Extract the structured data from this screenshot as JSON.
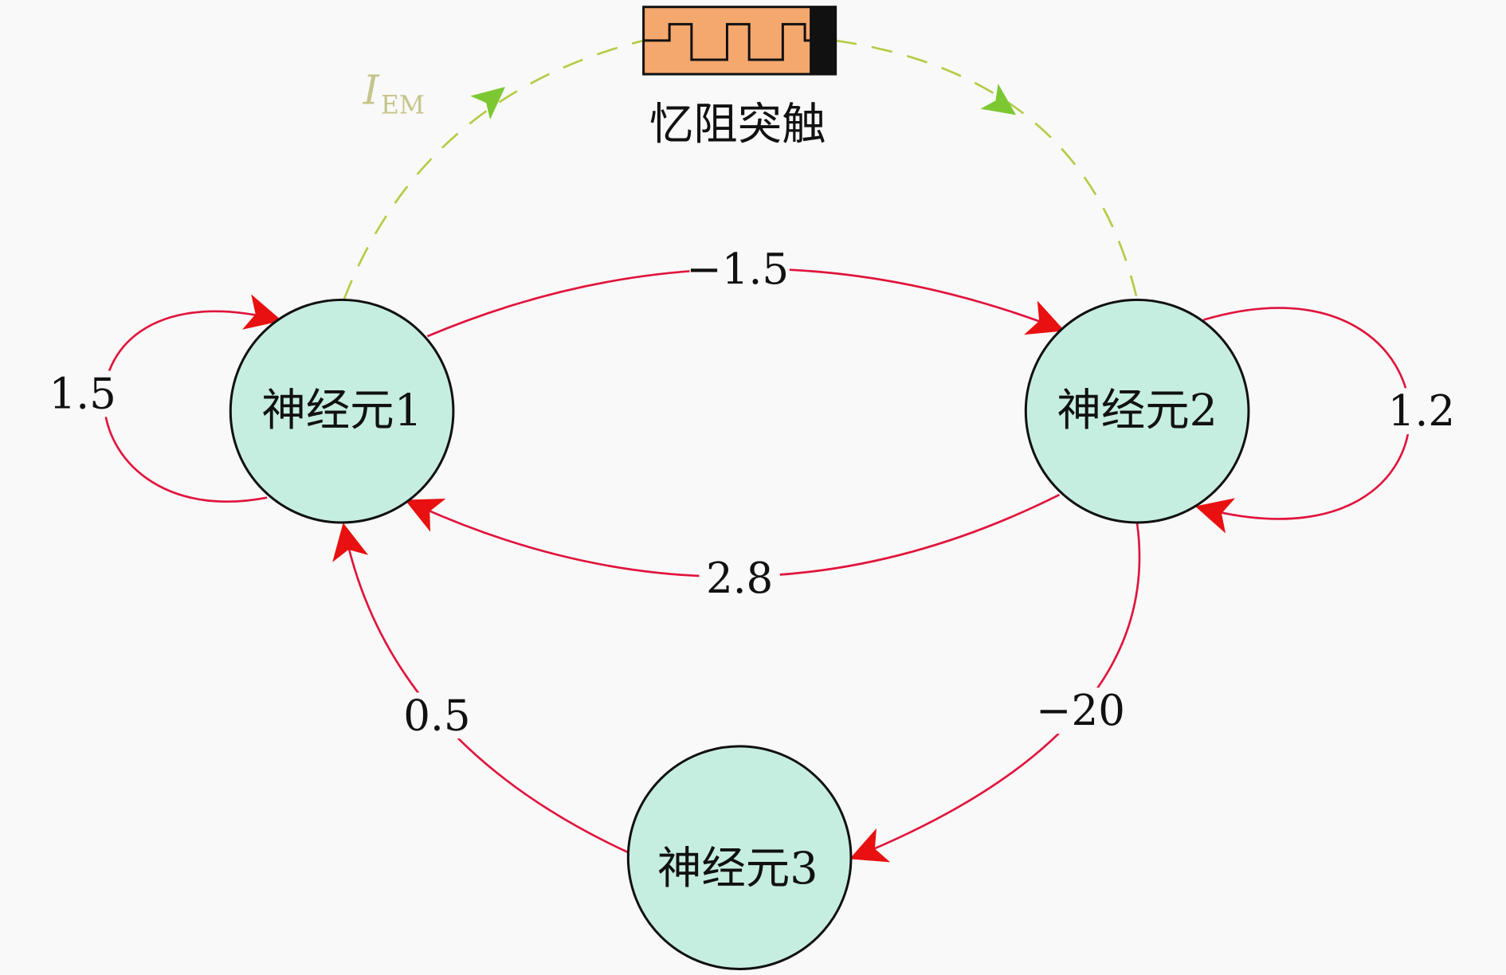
{
  "nodes": [
    {
      "id": "n1",
      "label": "神经元1"
    },
    {
      "id": "n2",
      "label": "神经元2"
    },
    {
      "id": "n3",
      "label": "神经元3"
    }
  ],
  "edges": [
    {
      "from": "n1",
      "to": "n2",
      "weight": "−1.5"
    },
    {
      "from": "n2",
      "to": "n1",
      "weight": "2.8"
    },
    {
      "from": "n1",
      "to": "n1",
      "weight": "1.5"
    },
    {
      "from": "n2",
      "to": "n2",
      "weight": "1.2"
    },
    {
      "from": "n2",
      "to": "n3",
      "weight": "−20"
    },
    {
      "from": "n3",
      "to": "n1",
      "weight": "0.5"
    }
  ],
  "memristor": {
    "label": "忆阻突触",
    "current_symbol": "I",
    "current_subscript": "EM"
  },
  "colors": {
    "node_fill": "#c6eee0",
    "edge": "#e0143c",
    "arrow": "#e81010",
    "em_line": "#b3cc45",
    "em_arrow": "#7dc832",
    "memristor_fill": "#f5a86e"
  }
}
